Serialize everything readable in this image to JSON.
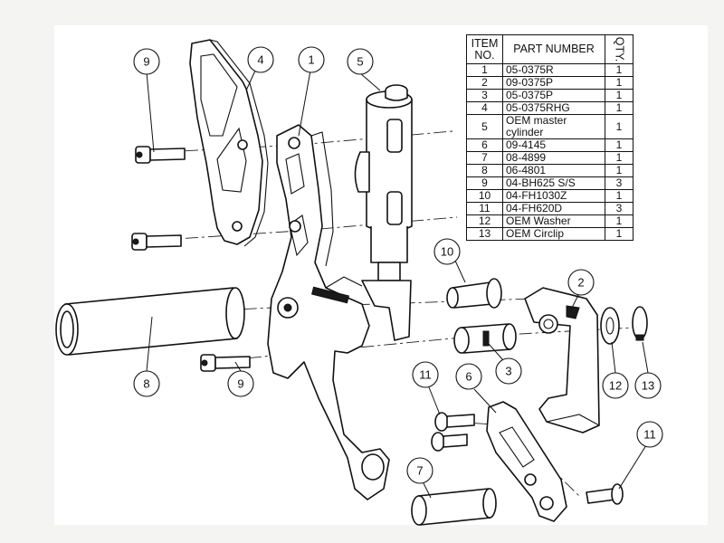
{
  "bom": {
    "headers": {
      "item_no": [
        "ITEM",
        "NO."
      ],
      "part_number": "PART NUMBER",
      "qty": "QTY."
    },
    "rows": [
      {
        "item": "1",
        "part": "05-0375R",
        "qty": "1"
      },
      {
        "item": "2",
        "part": "09-0375P",
        "qty": "1"
      },
      {
        "item": "3",
        "part": "05-0375P",
        "qty": "1"
      },
      {
        "item": "4",
        "part": "05-0375RHG",
        "qty": "1"
      },
      {
        "item": "5",
        "part": "OEM master cylinder",
        "qty": "1"
      },
      {
        "item": "6",
        "part": "09-4145",
        "qty": "1"
      },
      {
        "item": "7",
        "part": "08-4899",
        "qty": "1"
      },
      {
        "item": "8",
        "part": "06-4801",
        "qty": "1"
      },
      {
        "item": "9",
        "part": "04-BH625 S/S",
        "qty": "3"
      },
      {
        "item": "10",
        "part": "04-FH1030Z",
        "qty": "1"
      },
      {
        "item": "11",
        "part": "04-FH620D",
        "qty": "3"
      },
      {
        "item": "12",
        "part": "OEM Washer",
        "qty": "1"
      },
      {
        "item": "13",
        "part": "OEM Circlip",
        "qty": "1"
      }
    ]
  },
  "balloons": [
    "9",
    "4",
    "1",
    "5",
    "10",
    "2",
    "8",
    "9",
    "3",
    "12",
    "13",
    "11",
    "6",
    "11",
    "7"
  ]
}
